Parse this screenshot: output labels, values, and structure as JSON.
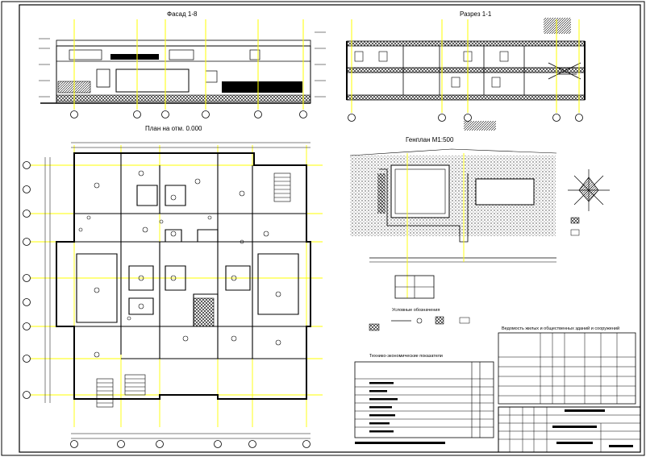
{
  "sheet": {
    "facade_title": "Фасад 1-8",
    "section_title": "Разрез 1-1",
    "plan_title": "План на отм. 0.000",
    "site_plan_title": "Генплан М1:500",
    "legend_title": "Условные обозначения",
    "tech_table_title": "Технико-экономические показатели",
    "buildings_table_title": "Ведомость жилых и общественных зданий и сооружений"
  },
  "colors": {
    "line": "#000000",
    "grid_axis": "#ffff00",
    "paper": "#ffffff",
    "hatch": "#111111"
  }
}
